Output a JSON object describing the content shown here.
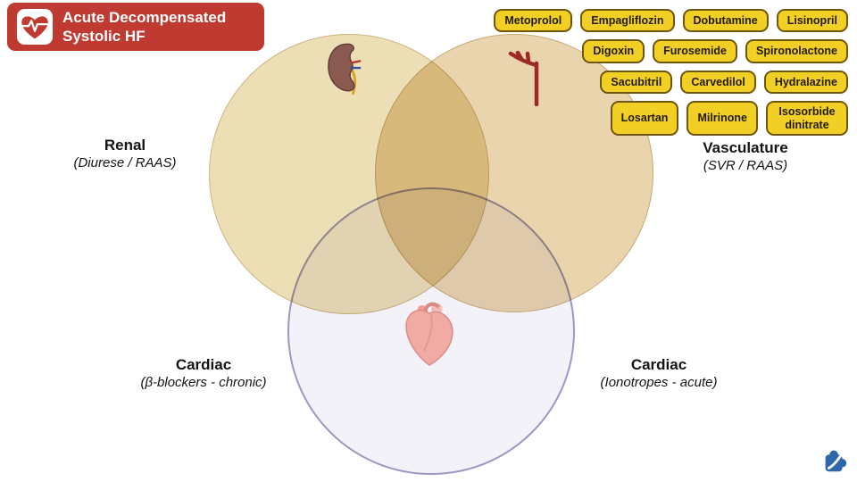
{
  "header": {
    "title_line1": "Acute Decompensated",
    "title_line2": "Systolic HF"
  },
  "venn": {
    "renal": {
      "title": "Renal",
      "subtitle": "(Diurese / RAAS)"
    },
    "vasculature": {
      "title": "Vasculature",
      "subtitle": "(SVR / RAAS)"
    },
    "cardiac_chronic": {
      "title": "Cardiac",
      "subtitle": "(β-blockers - chronic)"
    },
    "cardiac_acute": {
      "title": "Cardiac",
      "subtitle": "(Ionotropes - acute)"
    }
  },
  "drugs": {
    "items": [
      "Metoprolol",
      "Empagliflozin",
      "Dobutamine",
      "Lisinopril",
      "Digoxin",
      "Furosemide",
      "Spironolactone",
      "Sacubitril",
      "Carvedilol",
      "Hydralazine",
      "Losartan",
      "Milrinone",
      "Isosorbide dinitrate"
    ]
  },
  "colors": {
    "header_bg": "#bf3a31",
    "chip_bg": "#f2cf24",
    "chip_border": "#6e560c",
    "circle_tan": "#ecdfb5",
    "circle_purple_border": "#9a99c6",
    "logo_blue": "#2f67ad"
  }
}
